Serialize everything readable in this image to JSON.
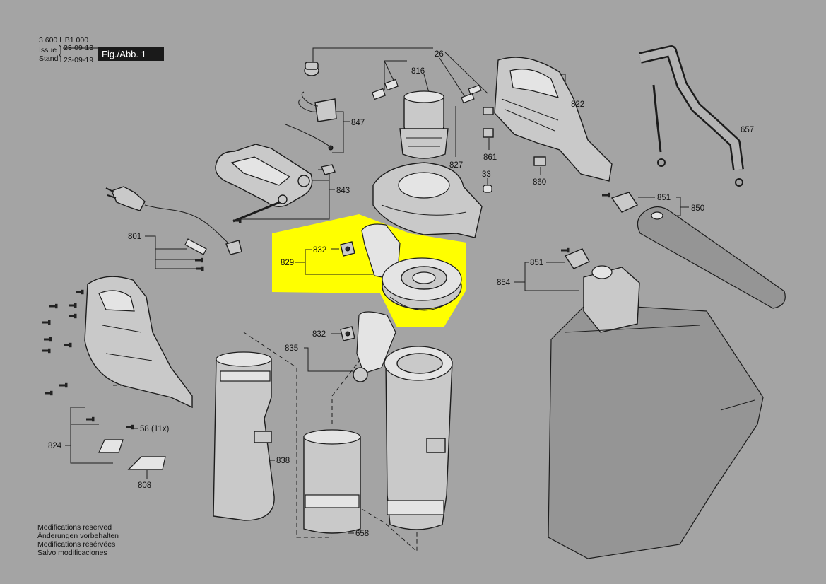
{
  "header": {
    "doc_number": "3 600 HB1 000",
    "issue_label": "Issue",
    "issue_date_old": "23-09-13",
    "stand_label": "Stand",
    "stand_date": "23-09-19",
    "figure_label": "Fig./Abb. 1"
  },
  "callouts": [
    "26",
    "816",
    "822",
    "847",
    "657",
    "861",
    "827",
    "33",
    "860",
    "843",
    "851",
    "850",
    "801",
    "832",
    "829",
    "851",
    "854",
    "832",
    "835",
    "58 (11x)",
    "824",
    "838",
    "808",
    "658"
  ],
  "footer": [
    "Modifications reserved",
    "Änderungen vorbehalten",
    "Modifications résérvées",
    "Salvo modificaciones"
  ],
  "colors": {
    "background": "#a4a4a4",
    "highlight": "#ffff00",
    "label_box": "#1a1a1a"
  }
}
